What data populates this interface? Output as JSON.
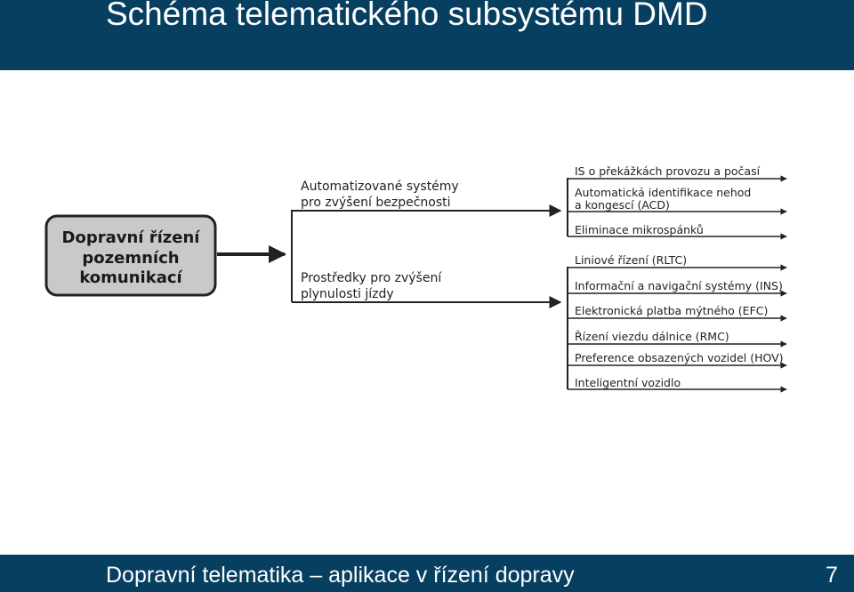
{
  "header": {
    "title": "Schéma telematického subsystému DMD"
  },
  "diagram": {
    "root": {
      "lines": [
        "Dopravní řízení",
        "pozemních",
        "komunikací"
      ]
    },
    "branches": [
      {
        "lines": [
          "Automatizované systémy",
          "pro zvýšení bezpečnosti"
        ],
        "items": [
          [
            "IS o překážkách provozu a počasí"
          ],
          [
            "Automatická identifikace nehod",
            "a kongescí (ACD)"
          ],
          [
            "Eliminace mikrospánků"
          ]
        ]
      },
      {
        "lines": [
          "Prostředky pro zvýšení",
          "plynulosti jízdy"
        ],
        "items": [
          [
            "Liniové řízení (RLTC)"
          ],
          [
            "Informační a navigační systémy (INS)"
          ],
          [
            "Elektronická platba mýtného (EFC)"
          ],
          [
            "Řízení viezdu dálnice (RMC)"
          ],
          [
            "Preference obsazených vozidel (HOV)"
          ],
          [
            "Inteligentní vozidlo"
          ]
        ]
      }
    ]
  },
  "footer": {
    "text": "Dopravní telematika – aplikace v řízení dopravy",
    "page": "7"
  }
}
